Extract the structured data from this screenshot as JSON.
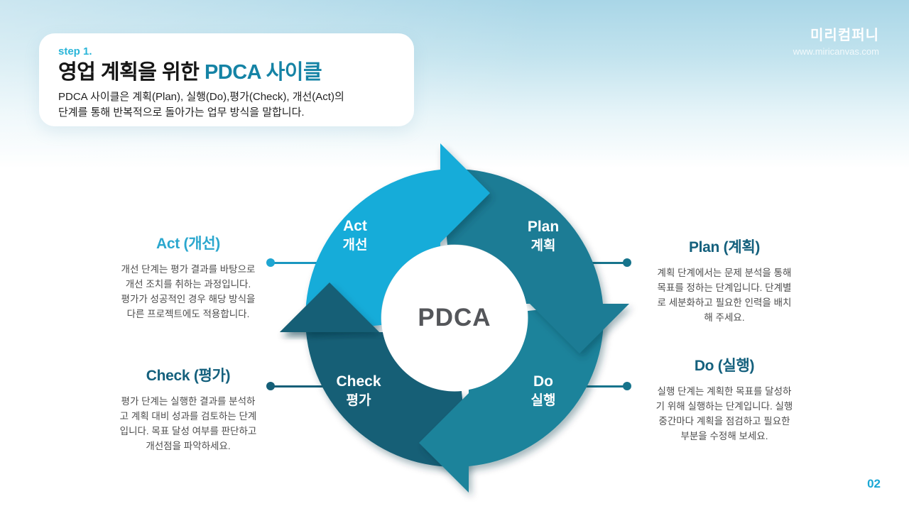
{
  "page": {
    "step_label": "step 1.",
    "title_prefix": "영업 계획을 위한 ",
    "title_highlight": "PDCA 사이클",
    "subtitle_lines": [
      "PDCA 사이클은 계획(Plan), 실행(Do),평가(Check), 개선(Act)의",
      "단계를 통해 반복적으로 돌아가는 업무 방식을 말합니다."
    ],
    "page_number": "02"
  },
  "brand": {
    "logo_text": "미리컴퍼니",
    "website": "www.miricanvas.com"
  },
  "diagram": {
    "center_label": "PDCA",
    "segments": [
      {
        "id": "act",
        "en": "Act",
        "ko": "개선",
        "color": "#12ACD9"
      },
      {
        "id": "plan",
        "en": "Plan",
        "ko": "계획",
        "color": "#1A7C95"
      },
      {
        "id": "do",
        "en": "Do",
        "ko": "실행",
        "color": "#1F839B"
      },
      {
        "id": "check",
        "en": "Check",
        "ko": "평가",
        "color": "#145E76"
      }
    ]
  },
  "sections": {
    "act": {
      "title": "Act (개선)",
      "body_lines": [
        "개선 단계는 평가 결과를 바탕으로",
        "개선 조치를 취하는 과정입니다.",
        "평가가 성공적인 경우 해당 방식을",
        "다른 프로젝트에도 적용합니다."
      ]
    },
    "plan": {
      "title": "Plan (계획)",
      "body_lines": [
        "계획 단계에서는 문제 분석을 통해",
        "목표를 정하는 단계입니다. 단계별",
        "로 세분화하고 필요한 인력을 배치",
        "해 주세요."
      ]
    },
    "check": {
      "title": "Check (평가)",
      "body_lines": [
        "평가 단계는 실행한 결과를 분석하",
        "고 계획 대비 성과를 검토하는 단계",
        "입니다. 목표 달성 여부를 판단하고",
        "개선점을 파악하세요."
      ]
    },
    "do": {
      "title": "Do (실행)",
      "body_lines": [
        "실행 단계는 계획한 목표를 달성하",
        "기 위해 실행하는 단계입니다. 실행",
        "중간마다 계획을 점검하고 필요한",
        "부분을 수정해 보세요."
      ]
    }
  },
  "colors": {
    "accent_cyan": "#29B5D8",
    "title_highlight": "#1583A5",
    "dark_teal_heading": "#14607D",
    "act_heading": "#2BA7CE",
    "center_text": "#54565A",
    "page_number": "#1AA7D4",
    "background_top": "#A9D6E7"
  }
}
